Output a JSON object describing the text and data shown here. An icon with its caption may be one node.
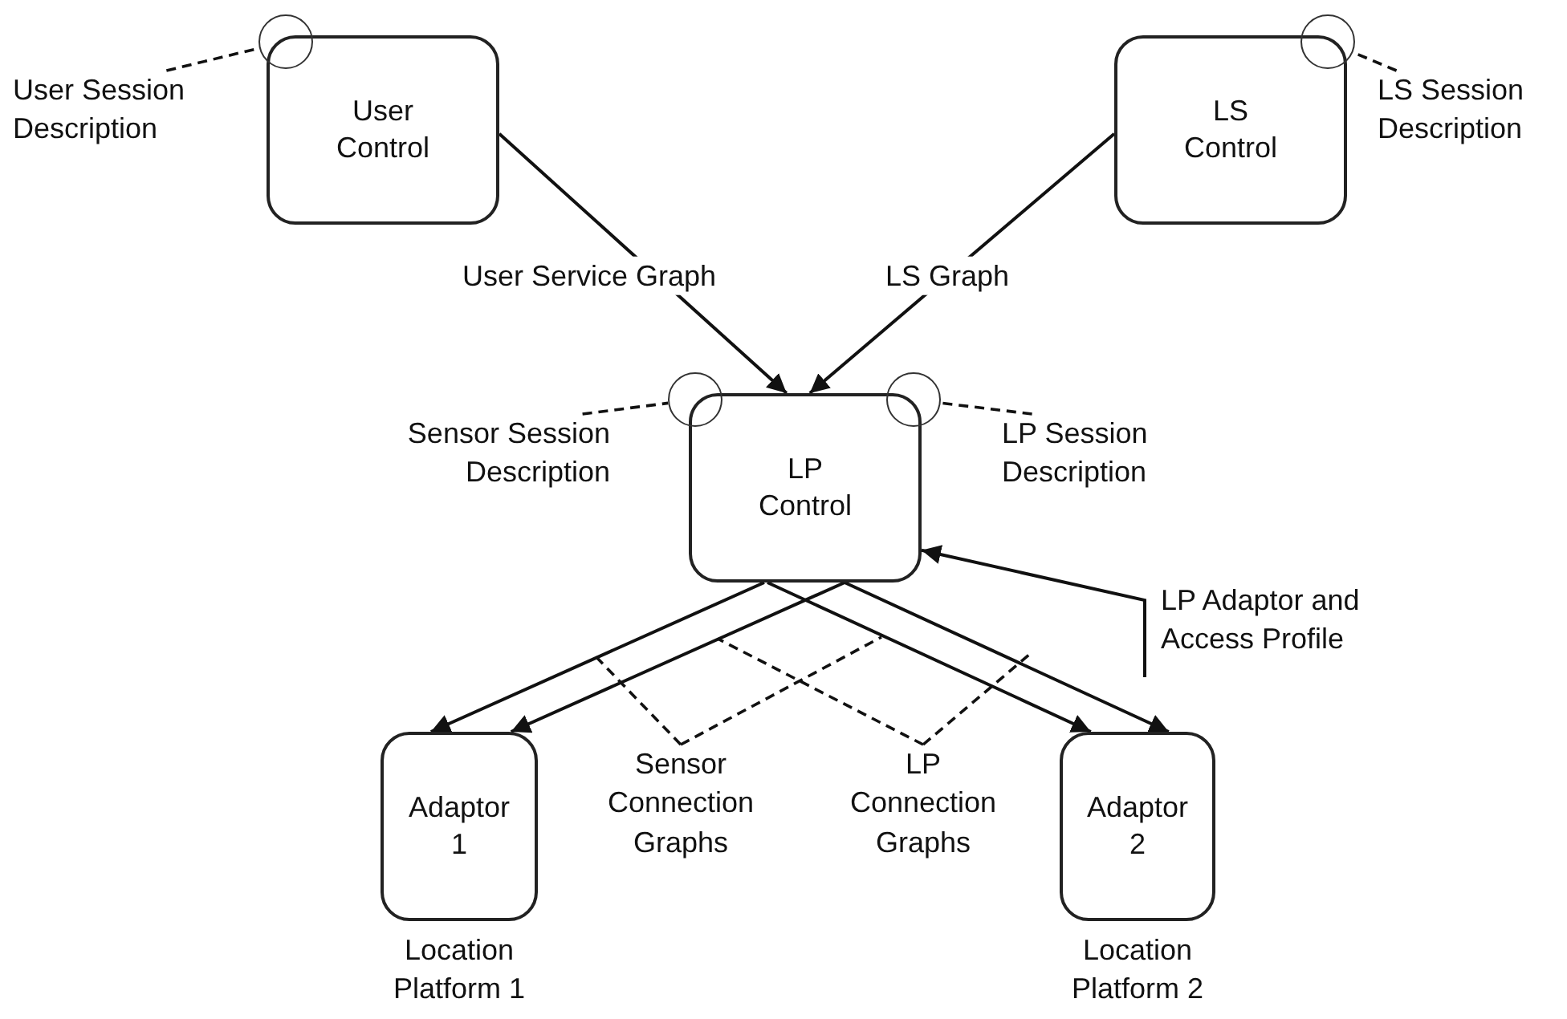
{
  "diagram": {
    "nodes": [
      {
        "text": [
          "User Control"
        ]
      },
      {
        "text": [
          "LS Control"
        ]
      },
      {
        "text": [
          "LP Control"
        ]
      },
      {
        "text": [
          "Adaptor 1"
        ],
        "beside": [
          "Location Platform 1"
        ]
      },
      {
        "text": [
          "Adaptor 2"
        ],
        "beside": [
          "Location Platform 2"
        ]
      },
      {
        "text": [],
        "shape": "circle"
      },
      {
        "text": [
          "User Session Description"
        ]
      },
      {
        "text": [],
        "shape": "circle"
      },
      {
        "text": [
          "LS Session Description"
        ]
      },
      {
        "text": [],
        "shape": "circle"
      },
      {
        "text": [
          "Sensor Session Description"
        ]
      },
      {
        "text": [],
        "shape": "circle"
      },
      {
        "text": [
          "LP Session Description"
        ]
      },
      {
        "text": [
          "Sensor Connection Graphs"
        ]
      },
      {
        "text": [
          "LP Connection Graphs"
        ]
      }
    ],
    "edges": [
      {
        "from": 0,
        "to": 2,
        "arrow": "to",
        "label": "User Service Graph"
      },
      {
        "from": 1,
        "to": 2,
        "arrow": "to",
        "label": "LS Graph"
      },
      {
        "from": 2,
        "to": 3,
        "arrow": "to"
      },
      {
        "from": 2,
        "to": 3,
        "arrow": "to"
      },
      {
        "from": 2,
        "to": 4,
        "arrow": "to"
      },
      {
        "from": 2,
        "to": 4,
        "arrow": "to"
      },
      {
        "from": null,
        "to": 2,
        "arrow": "to",
        "label": "LP Adaptor and Access Profile"
      },
      {
        "from": 6,
        "to": 5,
        "arrow": "none",
        "style": "dashed"
      },
      {
        "from": 8,
        "to": 7,
        "arrow": "none",
        "style": "dashed"
      },
      {
        "from": 10,
        "to": 9,
        "arrow": "none",
        "style": "dashed"
      },
      {
        "from": 12,
        "to": 11,
        "arrow": "none",
        "style": "dashed"
      },
      {
        "from": 13,
        "to": null,
        "arrow": "none",
        "style": "dashed"
      },
      {
        "from": 13,
        "to": null,
        "arrow": "none",
        "style": "dashed"
      },
      {
        "from": 14,
        "to": null,
        "arrow": "none",
        "style": "dashed"
      },
      {
        "from": 14,
        "to": null,
        "arrow": "none",
        "style": "dashed"
      }
    ]
  }
}
